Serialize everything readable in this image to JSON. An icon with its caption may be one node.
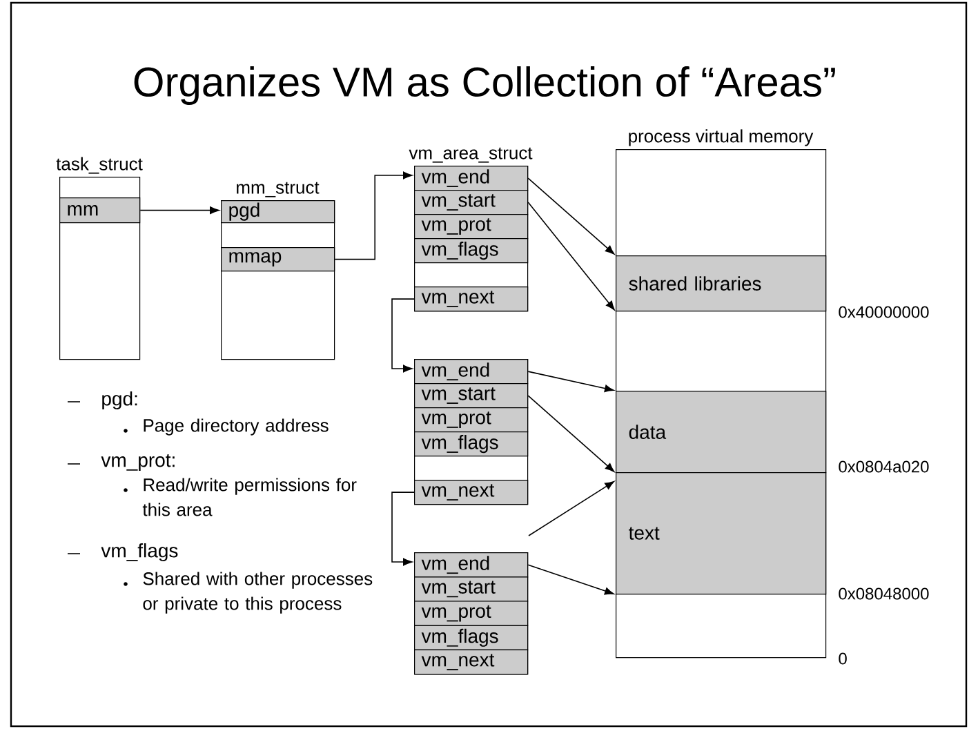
{
  "diagram": {
    "title": "Organizes VM as Collection of “Areas”",
    "nodes": [
      {
        "text": [
          "task_struct"
        ]
      },
      {
        "text": [
          "mm"
        ],
        "in": 0
      },
      {
        "text": [
          "mm_struct"
        ]
      },
      {
        "text": [
          "pgd"
        ],
        "in": 2
      },
      {
        "text": [
          "mmap"
        ],
        "in": 2
      },
      {
        "text": [
          "vm_area_struct"
        ]
      },
      {
        "text": [
          "vm_end"
        ],
        "in": 5
      },
      {
        "text": [
          "vm_start"
        ],
        "in": 5
      },
      {
        "text": [
          "vm_prot"
        ],
        "in": 5
      },
      {
        "text": [
          "vm_flags"
        ],
        "in": 5
      },
      {
        "text": [
          "vm_next"
        ],
        "in": 5
      },
      {
        "text": [],
        "shape": "box"
      },
      {
        "text": [
          "vm_end"
        ],
        "in": 11
      },
      {
        "text": [
          "vm_start"
        ],
        "in": 11
      },
      {
        "text": [
          "vm_prot"
        ],
        "in": 11
      },
      {
        "text": [
          "vm_flags"
        ],
        "in": 11
      },
      {
        "text": [
          "vm_next"
        ],
        "in": 11
      },
      {
        "text": [],
        "shape": "box"
      },
      {
        "text": [
          "vm_end"
        ],
        "in": 17
      },
      {
        "text": [
          "vm_start"
        ],
        "in": 17
      },
      {
        "text": [
          "vm_prot"
        ],
        "in": 17
      },
      {
        "text": [
          "vm_flags"
        ],
        "in": 17
      },
      {
        "text": [
          "vm_next"
        ],
        "in": 17
      },
      {
        "text": [
          "process virtual memory"
        ]
      },
      {
        "text": [
          "shared libraries"
        ],
        "in": 23
      },
      {
        "text": [
          "data"
        ],
        "in": 23
      },
      {
        "text": [
          "text"
        ],
        "in": 23
      }
    ],
    "edges": [
      {
        "from": 1,
        "to": 2,
        "arrow": "to"
      },
      {
        "from": 4,
        "to": 5,
        "arrow": "to"
      },
      {
        "from": 10,
        "to": 11,
        "arrow": "to"
      },
      {
        "from": 16,
        "to": 17,
        "arrow": "to"
      },
      {
        "from": 6,
        "to": 24,
        "arrow": "to"
      },
      {
        "from": 7,
        "to": 24,
        "arrow": "to"
      },
      {
        "from": 12,
        "to": 25,
        "arrow": "to"
      },
      {
        "from": 13,
        "to": 25,
        "arrow": "to"
      },
      {
        "from": null,
        "to": 26,
        "arrow": "to"
      },
      {
        "from": 18,
        "to": 26,
        "arrow": "to"
      }
    ],
    "labels": [
      "0x40000000",
      "0x0804a020",
      "0x08048000",
      "0",
      "pgd:",
      "Page directory address",
      "vm_prot:",
      "Read/write permissions for this area",
      "vm_flags",
      "Shared with other processes or private to this process"
    ]
  }
}
